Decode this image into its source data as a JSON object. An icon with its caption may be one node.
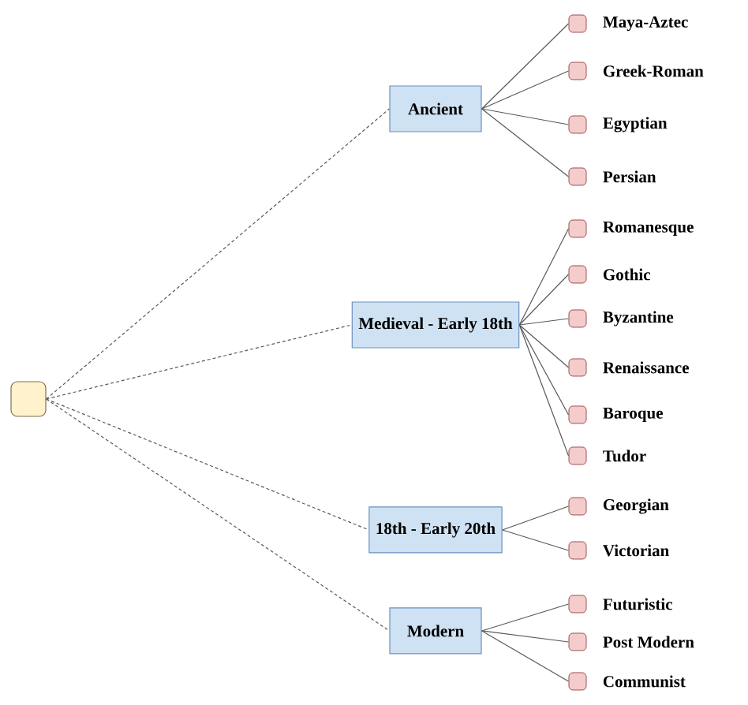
{
  "diagram": {
    "nodes": [
      {
        "text": [],
        "shape": "box"
      },
      {
        "text": [
          "Ancient"
        ]
      },
      {
        "text": [],
        "shape": "box",
        "beside": [
          "Maya-Aztec"
        ]
      },
      {
        "text": [],
        "shape": "box",
        "beside": [
          "Greek-Roman"
        ]
      },
      {
        "text": [],
        "shape": "box",
        "beside": [
          "Egyptian"
        ]
      },
      {
        "text": [],
        "shape": "box",
        "beside": [
          "Persian"
        ]
      },
      {
        "text": [
          "Medieval - Early 18th"
        ]
      },
      {
        "text": [],
        "shape": "box",
        "beside": [
          "Romanesque"
        ]
      },
      {
        "text": [],
        "shape": "box",
        "beside": [
          "Gothic"
        ]
      },
      {
        "text": [],
        "shape": "box",
        "beside": [
          "Byzantine"
        ]
      },
      {
        "text": [],
        "shape": "box",
        "beside": [
          "Renaissance"
        ]
      },
      {
        "text": [],
        "shape": "box",
        "beside": [
          "Baroque"
        ]
      },
      {
        "text": [],
        "shape": "box",
        "beside": [
          "Tudor"
        ]
      },
      {
        "text": [
          "18th - Early 20th"
        ]
      },
      {
        "text": [],
        "shape": "box",
        "beside": [
          "Georgian"
        ]
      },
      {
        "text": [],
        "shape": "box",
        "beside": [
          "Victorian"
        ]
      },
      {
        "text": [
          "Modern"
        ]
      },
      {
        "text": [],
        "shape": "box",
        "beside": [
          "Futuristic"
        ]
      },
      {
        "text": [],
        "shape": "box",
        "beside": [
          "Post Modern"
        ]
      },
      {
        "text": [],
        "shape": "box",
        "beside": [
          "Communist"
        ]
      }
    ],
    "edges": [
      {
        "from": 0,
        "to": 1,
        "arrow": "none",
        "style": "dashed"
      },
      {
        "from": 0,
        "to": 6,
        "arrow": "none",
        "style": "dashed"
      },
      {
        "from": 0,
        "to": 13,
        "arrow": "none",
        "style": "dashed"
      },
      {
        "from": 0,
        "to": 16,
        "arrow": "none",
        "style": "dashed"
      },
      {
        "from": 1,
        "to": 2,
        "arrow": "none"
      },
      {
        "from": 1,
        "to": 3,
        "arrow": "none"
      },
      {
        "from": 1,
        "to": 4,
        "arrow": "none"
      },
      {
        "from": 1,
        "to": 5,
        "arrow": "none"
      },
      {
        "from": 6,
        "to": 7,
        "arrow": "none"
      },
      {
        "from": 6,
        "to": 8,
        "arrow": "none"
      },
      {
        "from": 6,
        "to": 9,
        "arrow": "none"
      },
      {
        "from": 6,
        "to": 10,
        "arrow": "none"
      },
      {
        "from": 6,
        "to": 11,
        "arrow": "none"
      },
      {
        "from": 6,
        "to": 12,
        "arrow": "none"
      },
      {
        "from": 13,
        "to": 14,
        "arrow": "none"
      },
      {
        "from": 13,
        "to": 15,
        "arrow": "none"
      },
      {
        "from": 16,
        "to": 17,
        "arrow": "none"
      },
      {
        "from": 16,
        "to": 18,
        "arrow": "none"
      },
      {
        "from": 16,
        "to": 19,
        "arrow": "none"
      }
    ]
  }
}
